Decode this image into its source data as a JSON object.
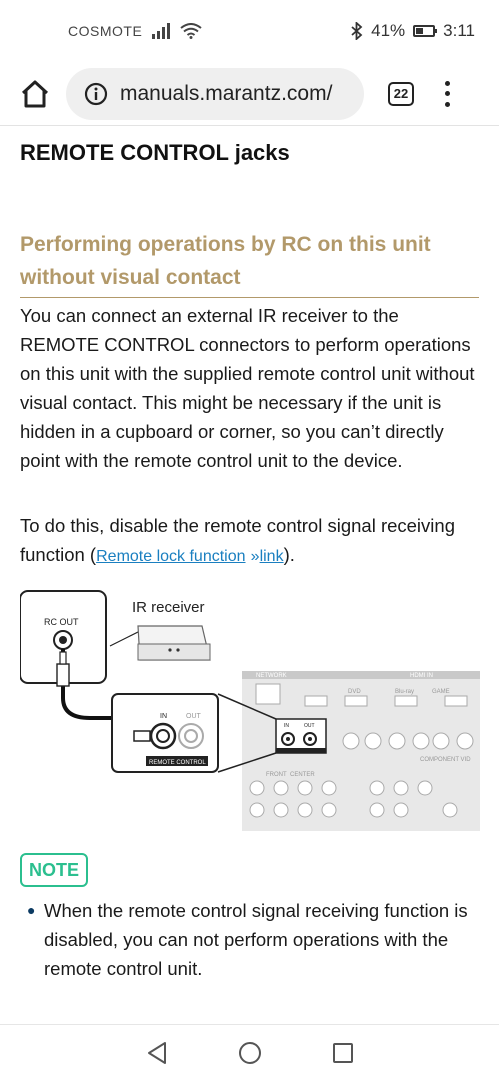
{
  "status": {
    "carrier": "COSMOTE",
    "battery": "41%",
    "battery_level": 0.41,
    "time": "3:11"
  },
  "browser": {
    "url": "manuals.marantz.com/",
    "tab_count": "22"
  },
  "page": {
    "title": "REMOTE CONTROL jacks",
    "section_heading": "Performing operations by RC on this unit without visual contact",
    "paragraph1": "You can connect an external IR receiver to the REMOTE CONTROL connectors to perform operations on this unit with the supplied remote control unit without visual contact. This might be necessary if the unit is hidden in a cupboard or corner, so you can’t directly point with the remote control unit to the device.",
    "paragraph2_before": "To do this, disable the remote control signal receiving function (",
    "paragraph2_link1": "Remote lock function",
    "paragraph2_arrow": "»",
    "paragraph2_link2": "link",
    "paragraph2_after": ")."
  },
  "diagram": {
    "rc_out": "RC OUT",
    "ir_receiver": "IR receiver",
    "in": "IN",
    "out": "OUT",
    "remote_control": "REMOTE CONTROL",
    "network": "NETWORK",
    "hdmi_in": "HDMI IN",
    "dvd": "DVD",
    "bluray": "Blu-ray",
    "game": "GAME",
    "component": "COMPONENT VID",
    "front": "FRONT",
    "center": "CENTER"
  },
  "note": {
    "badge": "NOTE",
    "item": "When the remote control signal receiving function is disabled, you can not perform operations with the remote control unit."
  },
  "colors": {
    "heading_accent": "#b2996a",
    "link": "#1a7fc0",
    "note": "#2bbf8f"
  }
}
